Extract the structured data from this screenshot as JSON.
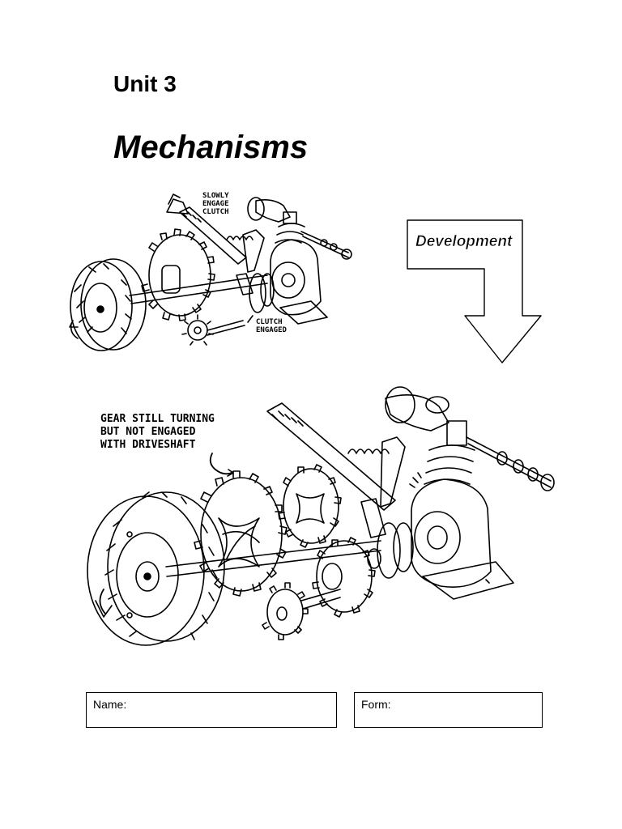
{
  "header": {
    "unit": "Unit 3",
    "title": "Mechanisms"
  },
  "top_illustration": {
    "label_clutch_action": [
      "SLOWLY",
      "ENGAGE",
      "CLUTCH"
    ],
    "label_clutch_state": [
      "CLUTCH",
      "ENGAGED"
    ]
  },
  "arrow_banner": {
    "text": "Development"
  },
  "bottom_illustration": {
    "label_gear": [
      "GEAR STILL TURNING",
      "BUT NOT ENGAGED",
      "WITH DRIVESHAFT"
    ]
  },
  "fields": {
    "name_label": "Name:",
    "form_label": "Form:"
  }
}
